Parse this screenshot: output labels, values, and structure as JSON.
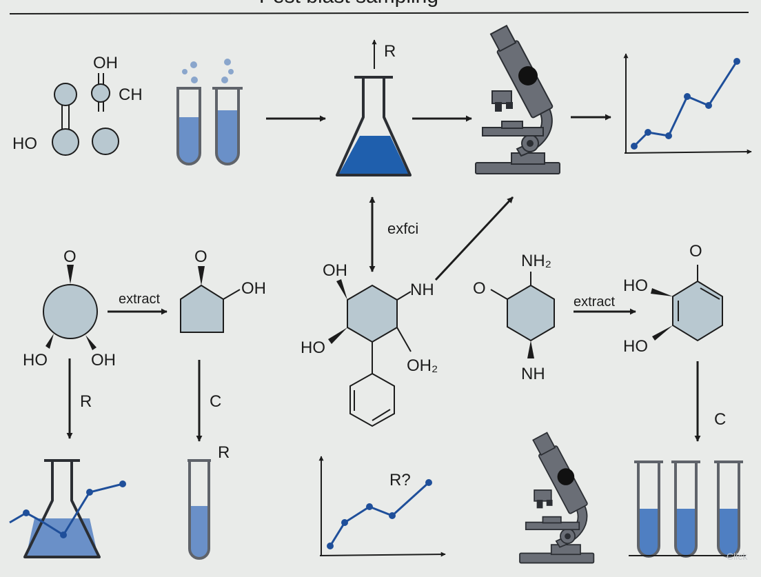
{
  "header": {
    "title": "Pest blast sampling"
  },
  "colors": {
    "ink": "#1c1c1c",
    "node_fill": "#b8c8d0",
    "liquid": "#6a90c8",
    "liquid_dark": "#1f5fad",
    "instrument": "#6a6e76",
    "series": "#1f4f9a"
  },
  "top_row": {
    "molecule": {
      "oh": "OH",
      "ch": "CH",
      "ho": "HO",
      "icon": "molecule-icon"
    },
    "tubes_icon": "test-tubes-icon",
    "flask": {
      "label": "R",
      "icon": "erlenmeyer-flask-icon"
    },
    "microscope_icon": "microscope-icon",
    "chart_icon": "line-chart-icon"
  },
  "middle_row": {
    "ring_a": {
      "o": "O",
      "ho": "HO",
      "oh": "OH"
    },
    "step_extract_1": "extract",
    "ring_b": {
      "o": "O",
      "oh": "OH"
    },
    "link_label": "exfci",
    "ring_c": {
      "oh": "OH",
      "nh": "NH",
      "ho": "HO",
      "oh2": "OH₂"
    },
    "ring_d": {
      "o": "O",
      "nh2": "NH₂",
      "nh": "NH"
    },
    "step_extract_2": "extract",
    "ring_e": {
      "o": "O",
      "ho1": "HO",
      "ho2": "HO"
    }
  },
  "bottom_row": {
    "step_r": "R",
    "step_c": "C",
    "tube_label": "R",
    "chart_label": "R?",
    "step_c_right": "C",
    "watermark": "Click"
  }
}
